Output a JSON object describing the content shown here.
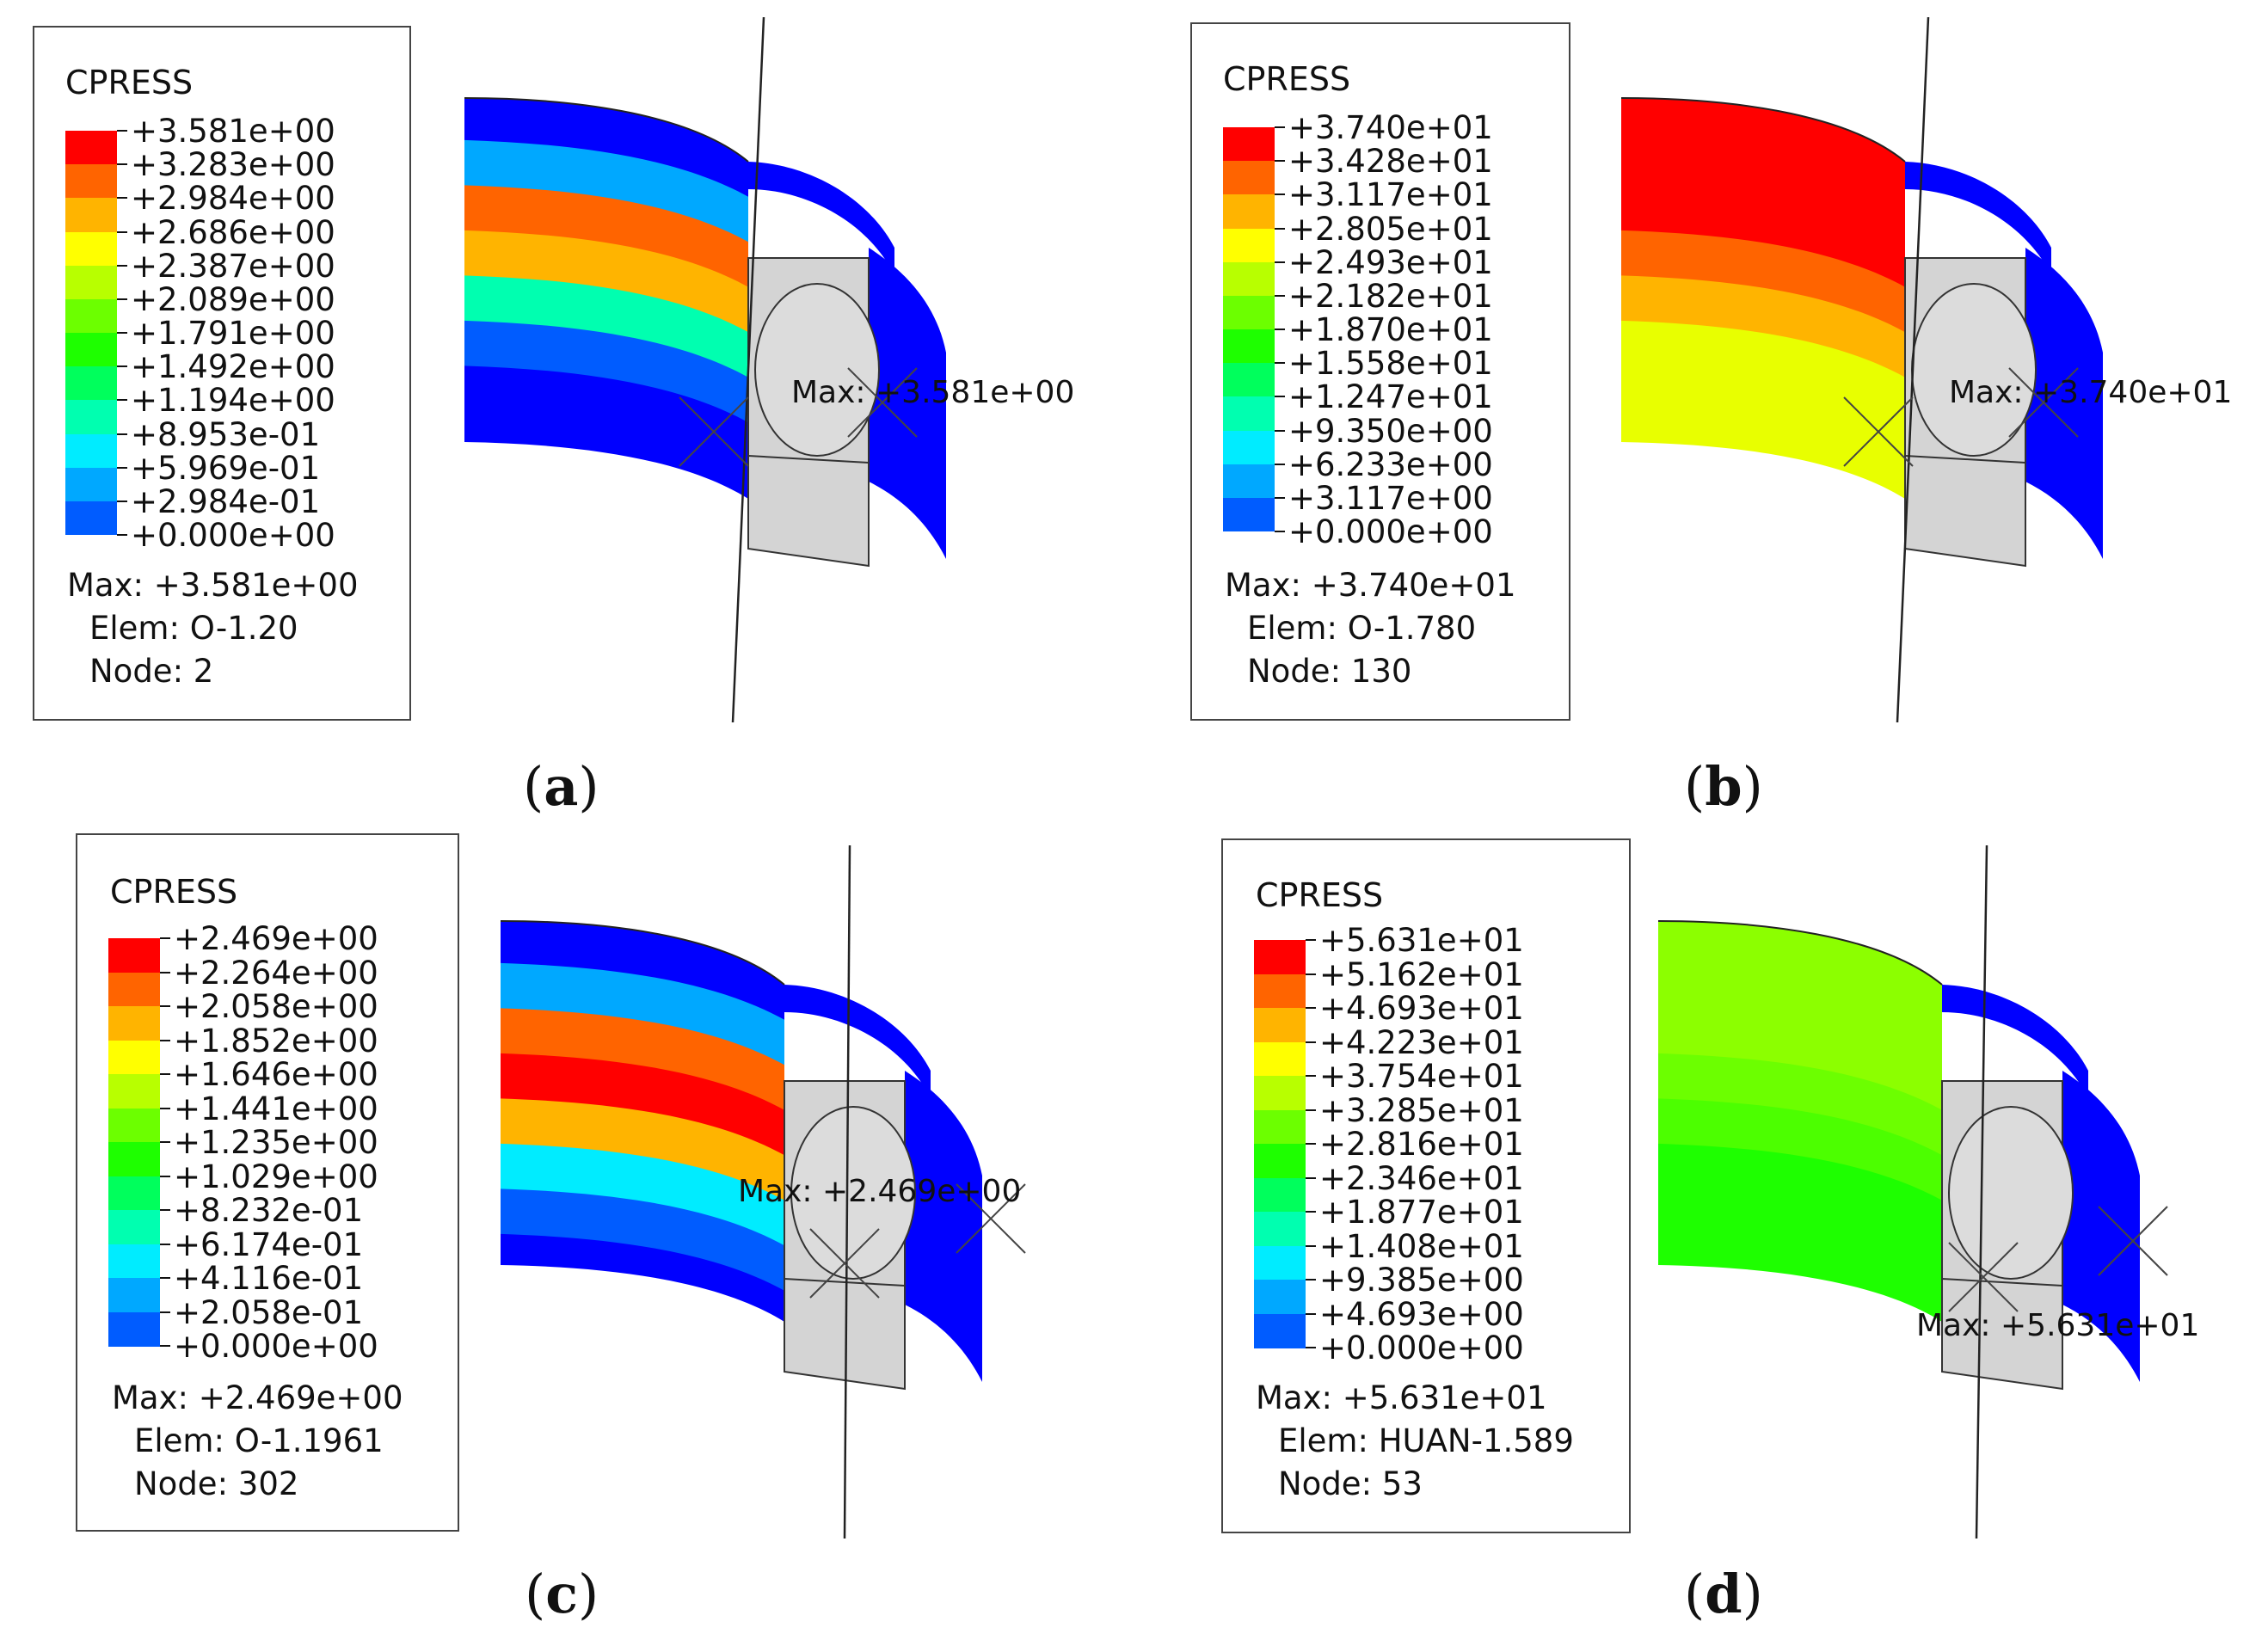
{
  "colorscale": [
    "#0000ff",
    "#005cff",
    "#00a8ff",
    "#00ecff",
    "#00ffb0",
    "#00ff5c",
    "#1eff00",
    "#6cff00",
    "#b8ff00",
    "#ffff00",
    "#ffb400",
    "#ff6400",
    "#ff0000"
  ],
  "panels": [
    {
      "id": "a",
      "legend_title": "CPRESS",
      "ticks": [
        "+3.581e+00",
        "+3.283e+00",
        "+2.984e+00",
        "+2.686e+00",
        "+2.387e+00",
        "+2.089e+00",
        "+1.791e+00",
        "+1.492e+00",
        "+1.194e+00",
        "+8.953e-01",
        "+5.969e-01",
        "+2.984e-01",
        "+0.000e+00"
      ],
      "max_label": "Max: +3.581e+00",
      "elem_label": "Elem: O-1.20",
      "node_label": "Node: 2",
      "annotation": "Max: +3.581e+00",
      "caption_open": "(",
      "caption_letter": "a",
      "caption_close": ")",
      "face_colors": [
        "#0000ff",
        "#00a8ff",
        "#ff6400",
        "#ffb400",
        "#00ffb0",
        "#005cff",
        "#0000ff",
        "#0000ff"
      ],
      "rim_color": "#0000ff"
    },
    {
      "id": "b",
      "legend_title": "CPRESS",
      "ticks": [
        "+3.740e+01",
        "+3.428e+01",
        "+3.117e+01",
        "+2.805e+01",
        "+2.493e+01",
        "+2.182e+01",
        "+1.870e+01",
        "+1.558e+01",
        "+1.247e+01",
        "+9.350e+00",
        "+6.233e+00",
        "+3.117e+00",
        "+0.000e+00"
      ],
      "max_label": "Max: +3.740e+01",
      "elem_label": "Elem: O-1.780",
      "node_label": "Node: 130",
      "annotation": "Max: +3.740e+01",
      "caption_open": "(",
      "caption_letter": "b",
      "caption_close": ")",
      "face_colors": [
        "#ff0000",
        "#ff0000",
        "#ff0000",
        "#ff6400",
        "#ffb400",
        "#e8ff00",
        "#e8ff00",
        "#e8ff00"
      ],
      "rim_color": "#0000ff"
    },
    {
      "id": "c",
      "legend_title": "CPRESS",
      "ticks": [
        "+2.469e+00",
        "+2.264e+00",
        "+2.058e+00",
        "+1.852e+00",
        "+1.646e+00",
        "+1.441e+00",
        "+1.235e+00",
        "+1.029e+00",
        "+8.232e-01",
        "+6.174e-01",
        "+4.116e-01",
        "+2.058e-01",
        "+0.000e+00"
      ],
      "max_label": "Max: +2.469e+00",
      "elem_label": "Elem: O-1.1961",
      "node_label": "Node: 302",
      "annotation": "Max: +2.469e+00",
      "caption_open": "(",
      "caption_letter": "c",
      "caption_close": ")",
      "face_colors": [
        "#0000ff",
        "#00a8ff",
        "#ff6400",
        "#ff0000",
        "#ffb400",
        "#00ecff",
        "#005cff",
        "#0000ff"
      ],
      "rim_color": "#0000ff"
    },
    {
      "id": "d",
      "legend_title": "CPRESS",
      "ticks": [
        "+5.631e+01",
        "+5.162e+01",
        "+4.693e+01",
        "+4.223e+01",
        "+3.754e+01",
        "+3.285e+01",
        "+2.816e+01",
        "+2.346e+01",
        "+1.877e+01",
        "+1.408e+01",
        "+9.385e+00",
        "+4.693e+00",
        "+0.000e+00"
      ],
      "max_label": "Max: +5.631e+01",
      "elem_label": "Elem: HUAN-1.589",
      "node_label": "Node: 53",
      "annotation": "Max: +5.631e+01",
      "caption_open": "(",
      "caption_letter": "d",
      "caption_close": ")",
      "face_colors": [
        "#8cff00",
        "#8cff00",
        "#8cff00",
        "#6cff00",
        "#4cff00",
        "#1eff00",
        "#1eff00",
        "#1eff00"
      ],
      "rim_color": "#0000ff"
    }
  ]
}
